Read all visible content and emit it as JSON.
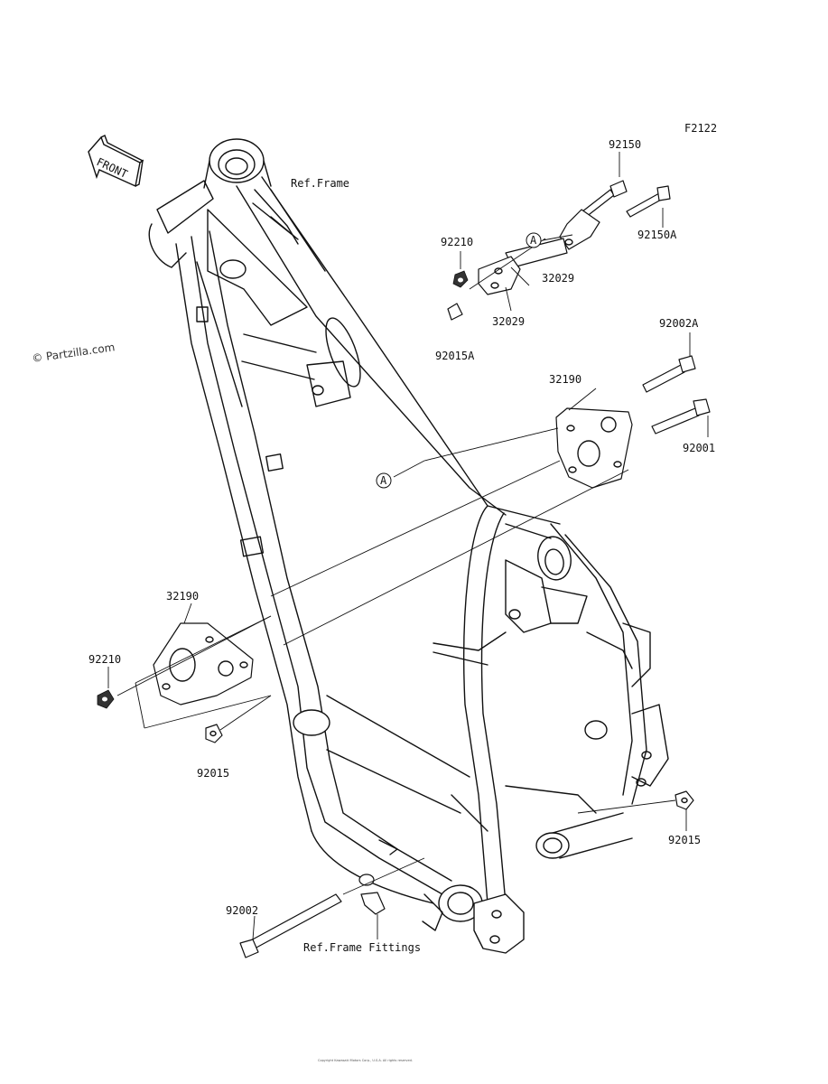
{
  "diagram": {
    "figure_code": "F2122",
    "watermark": "© Partzilla.com",
    "front_indicator": "FRONT",
    "callout_marker": "A",
    "reference_labels": {
      "frame": "Ref.Frame",
      "frame_fittings": "Ref.Frame Fittings"
    },
    "parts": {
      "bolt_92150": "92150",
      "bolt_92150a": "92150A",
      "nut_92210_upper": "92210",
      "bracket_32029_upper": "32029",
      "bracket_32029_lower": "32029",
      "nut_92015a": "92015A",
      "bolt_92002a": "92002A",
      "bracket_32190_right": "32190",
      "bolt_92001": "92001",
      "bracket_32190_left": "32190",
      "nut_92210_left": "92210",
      "nut_92015_left": "92015",
      "nut_92015_right": "92015",
      "bolt_92002": "92002"
    },
    "copyright_footer": "Copyright Kawasaki Motors Corp., U.S.A. All rights reserved."
  }
}
